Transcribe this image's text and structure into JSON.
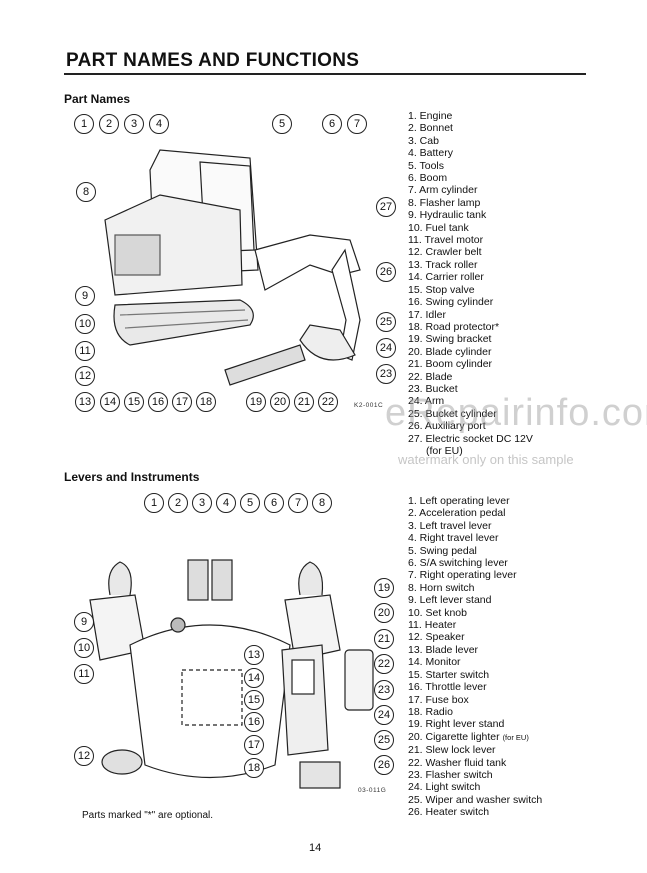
{
  "title": "PART NAMES AND FUNCTIONS",
  "sections": {
    "part_names": "Part Names",
    "levers": "Levers and Instruments"
  },
  "part_names_list": [
    "1. Engine",
    "2. Bonnet",
    "3. Cab",
    "4. Battery",
    "5. Tools",
    "6. Boom",
    "7. Arm cylinder",
    "8. Flasher lamp",
    "9. Hydraulic tank",
    "10. Fuel tank",
    "11. Travel motor",
    "12. Crawler belt",
    "13. Track roller",
    "14. Carrier roller",
    "15. Stop valve",
    "16. Swing cylinder",
    "17. Idler",
    "18. Road protector*",
    "19. Swing bracket",
    "20. Blade cylinder",
    "21. Boom cylinder",
    "22. Blade",
    "23. Bucket",
    "24. Arm",
    "25. Bucket cylinder",
    "26. Auxiliary port",
    "27. Electric socket DC 12V",
    "(for EU)"
  ],
  "levers_list": [
    "1. Left operating lever",
    "2. Acceleration pedal",
    "3. Left travel lever",
    "4. Right travel lever",
    "5. Swing pedal",
    "6. S/A switching lever",
    "7. Right operating lever",
    "8. Horn switch",
    "9. Left lever stand",
    "10. Set knob",
    "11. Heater",
    "12. Speaker",
    "13. Blade lever",
    "14. Monitor",
    "15. Starter switch",
    "16. Throttle lever",
    "17. Fuse box",
    "18. Radio",
    "19. Right lever stand",
    "20. Cigarette lighter",
    "21. Slew lock lever",
    "22. Washer fluid tank",
    "23. Flasher switch",
    "24. Light switch",
    "25. Wiper and washer switch",
    "26. Heater switch"
  ],
  "levers_list_sub": {
    "20": "(for EU)"
  },
  "figure_codes": {
    "part_names": "K2-001C",
    "levers": "03-011G"
  },
  "note": "Parts marked \"*\" are optional.",
  "page_number": "14",
  "watermark": {
    "logo": "eRepairinfo.com",
    "text": "watermark only on this sample"
  }
}
